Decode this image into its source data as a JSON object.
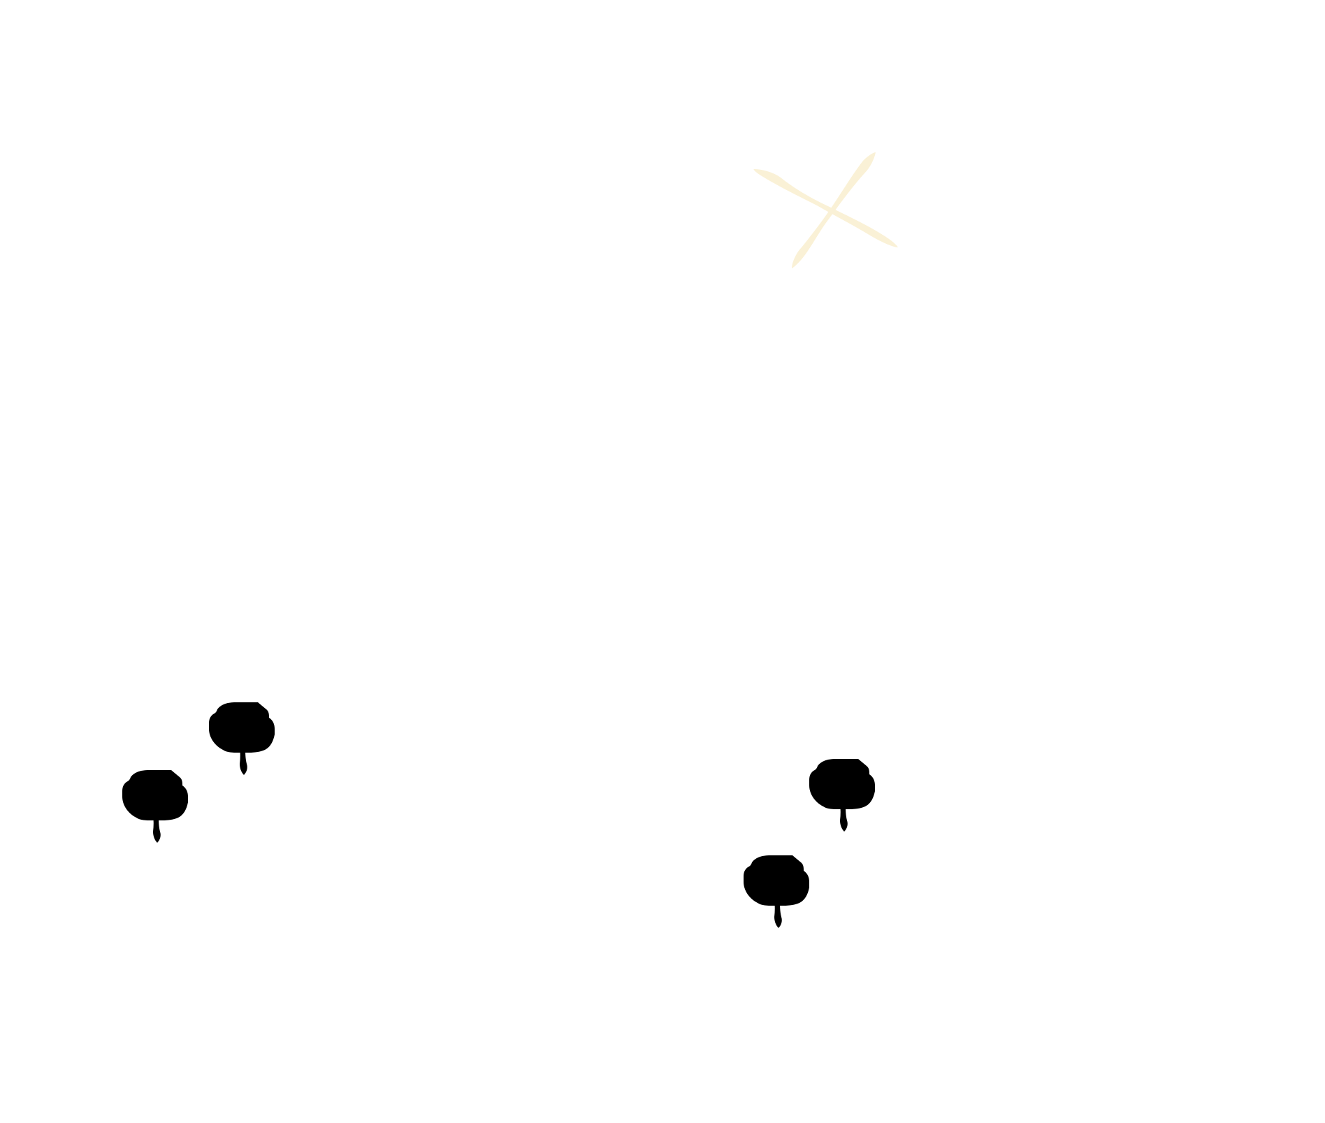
{
  "scene": {
    "background_color": "#ffffff",
    "tree_color": "#dcf7f8",
    "cross_color": "#faf1d6",
    "markers": [
      {
        "kind": "cross",
        "icon": "x-mark-icon"
      },
      {
        "kind": "tree",
        "icon": "tree-icon"
      },
      {
        "kind": "tree",
        "icon": "tree-icon"
      },
      {
        "kind": "tree",
        "icon": "tree-icon"
      },
      {
        "kind": "tree",
        "icon": "tree-icon"
      }
    ]
  }
}
